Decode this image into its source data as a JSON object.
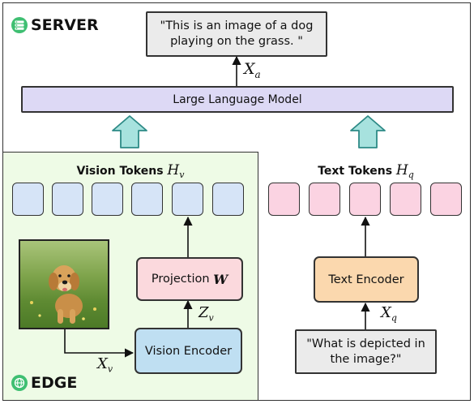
{
  "server": {
    "label": "SERVER",
    "output_text": "\"This is an image of a dog playing on the grass. \"",
    "llm_label": "Large Language Model",
    "output_var": "X",
    "output_sub": "a"
  },
  "edge": {
    "label": "EDGE",
    "tokens_title": "Vision Tokens",
    "tokens_var": "H",
    "tokens_sub": "v",
    "projection_label": "Projection",
    "projection_var": "W",
    "projection_out_var": "Z",
    "projection_out_sub": "v",
    "encoder_label": "Vision Encoder",
    "image_var": "X",
    "image_sub": "v"
  },
  "text_side": {
    "tokens_title": "Text Tokens",
    "tokens_var": "H",
    "tokens_sub": "q",
    "encoder_label": "Text Encoder",
    "question_text": "\"What is depicted in the image?\"",
    "question_var": "X",
    "question_sub": "q"
  },
  "colors": {
    "server_icon": "#3fbf72",
    "edge_icon": "#3fbf72",
    "edge_panel": "#eefbe6",
    "llm_box": "#ddd9f5",
    "up_arrow": "#a7e2de",
    "vision_token": "#d6e4f7",
    "text_token": "#fbd3e2",
    "projection_box": "#fbd9dd",
    "vision_encoder_box": "#bfdff2",
    "text_encoder_box": "#fbd8ae",
    "text_box": "#ebebeb"
  },
  "icons": {
    "server": "server-icon",
    "edge": "edge-globe-icon"
  }
}
